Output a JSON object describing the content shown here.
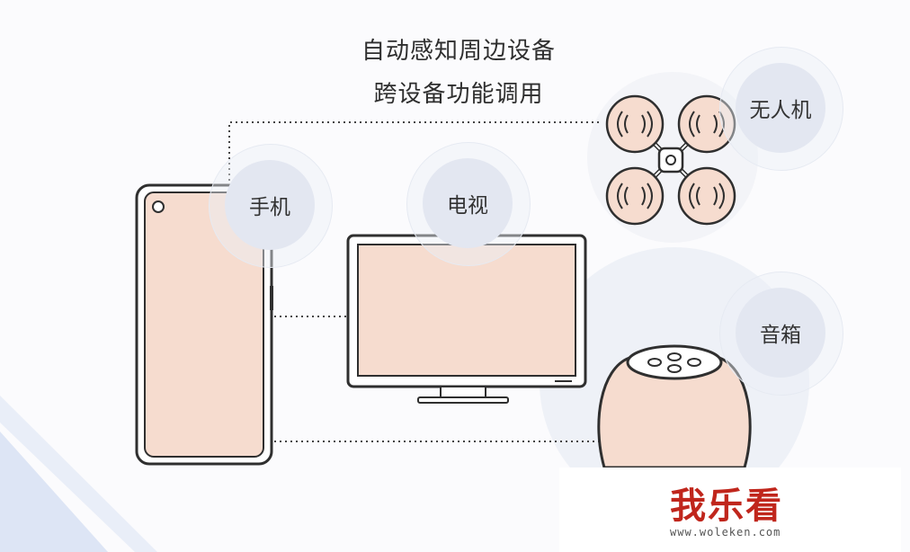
{
  "headline": {
    "line1": "自动感知周边设备",
    "line2": "跨设备功能调用"
  },
  "devices": {
    "phone": "手机",
    "tv": "电视",
    "drone": "无人机",
    "speaker": "音箱"
  },
  "watermark": {
    "brand": "我乐看",
    "url": "www.woleken.com"
  },
  "colors": {
    "device_fill": "#f6dccf",
    "device_stroke": "#2f2f2f",
    "bubble": "#e3e7f1",
    "accent_stripe": "#d9e1f4",
    "watermark": "#c0261c"
  }
}
